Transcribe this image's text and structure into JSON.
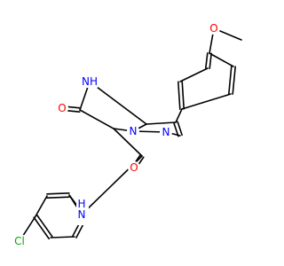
{
  "molecule": {
    "atoms": {
      "o_ketone": "O",
      "nh_ring": "NH",
      "n_bridge": "N",
      "n_pyrazole": "N",
      "o_amide": "O",
      "nh_amide": "H",
      "n_amide": "N",
      "cl": "Cl",
      "o_methoxy": "O"
    },
    "colors": {
      "bond": "#000000",
      "oxygen": "#ff0000",
      "nitrogen": "#0000ff",
      "chlorine": "#00aa00"
    }
  }
}
